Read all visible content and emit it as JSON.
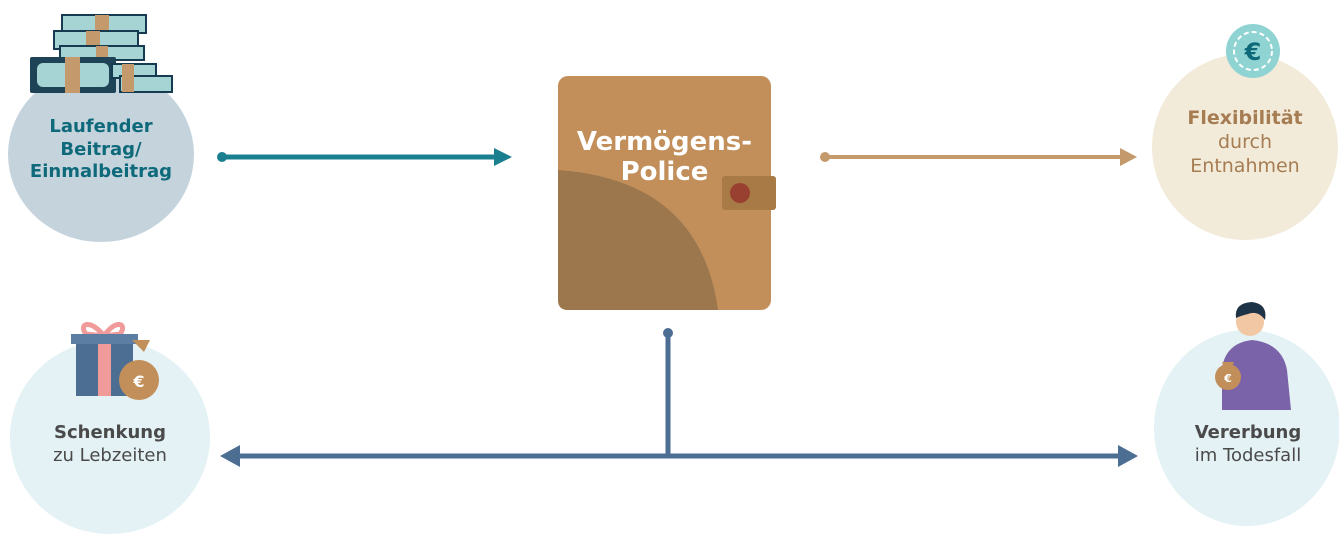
{
  "colors": {
    "teal": "#1a7f8e",
    "navy": "#0e6a7a",
    "wallet": "#c28f5a",
    "wallet_dark": "#9c774d",
    "clasp": "#a77a46",
    "clasp_button": "#9a4030",
    "arrow_orange": "#c49a6c",
    "arrow_blue": "#4d6e93",
    "circle_grey": "#c5d3dd",
    "circle_cream": "#f3ebda",
    "circle_lightblue": "#e4f2f5",
    "grey_text": "#4a4a4a"
  },
  "nodes": {
    "source": {
      "line1": "Laufender",
      "line2": "Beitrag/",
      "line3": "Einmalbeitrag",
      "icon": "banknote-stacks-icon"
    },
    "center": {
      "line1": "Vermögens-",
      "line2": "Police",
      "icon": "wallet-icon"
    },
    "flex": {
      "bold": "Flexibilität",
      "line2": "durch",
      "line3": "Entnahmen",
      "icon": "euro-coin-icon"
    },
    "gift": {
      "bold": "Schenkung",
      "line2": "zu Lebzeiten",
      "icon": "gift-box-money-bag-icon"
    },
    "inherit": {
      "bold": "Vererbung",
      "line2": "im Todesfall",
      "icon": "person-money-bag-icon"
    }
  },
  "connectors": [
    {
      "from": "source",
      "to": "center",
      "style": "teal-arrow"
    },
    {
      "from": "center",
      "to": "flex",
      "style": "orange-arrow"
    },
    {
      "from": "center",
      "to": "gift",
      "style": "blue-arrow"
    },
    {
      "from": "center",
      "to": "inherit",
      "style": "blue-arrow"
    }
  ]
}
